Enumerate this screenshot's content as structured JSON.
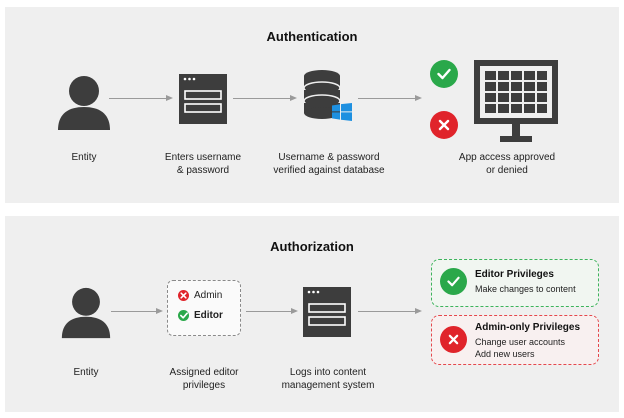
{
  "authentication": {
    "title": "Authentication",
    "entity_caption": "Entity",
    "login_caption": [
      "Enters username",
      "& password"
    ],
    "db_caption": [
      "Username & password",
      "verified against database"
    ],
    "result_caption": [
      "App access approved",
      "or denied"
    ]
  },
  "authorization": {
    "title": "Authorization",
    "entity_caption": "Entity",
    "roles": {
      "admin": "Admin",
      "editor": "Editor"
    },
    "assigned_caption": [
      "Assigned editor",
      "privileges"
    ],
    "cms_caption": [
      "Logs into content",
      "management system"
    ],
    "editor_privileges": {
      "title": "Editor Privileges",
      "desc": [
        "Make changes to content"
      ]
    },
    "admin_privileges": {
      "title": "Admin-only Privileges",
      "desc": [
        "Change user accounts",
        "Add new users"
      ]
    }
  },
  "colors": {
    "green": "#2aa84a",
    "red": "#e0242b",
    "icon": "#3d3d3d",
    "windows_blue": "#1e90e0"
  },
  "icons": [
    "person-icon",
    "login-window-icon",
    "database-icon",
    "windows-logo-icon",
    "checkmark-icon",
    "x-icon",
    "monitor-icon"
  ]
}
